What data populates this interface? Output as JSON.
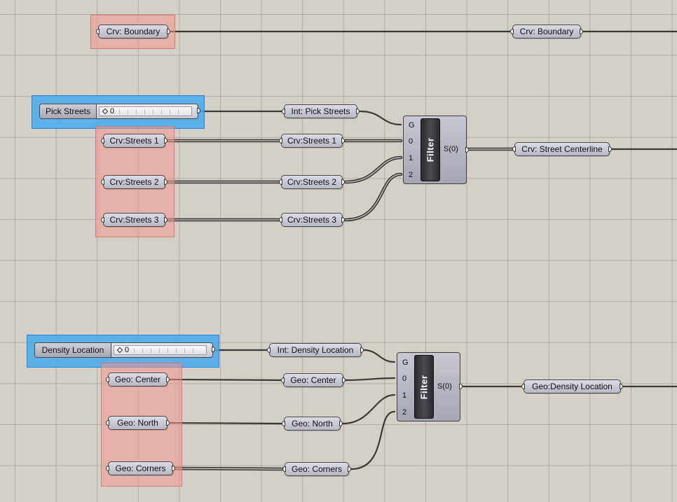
{
  "canvas": {
    "background": "#d4d0c8",
    "group_red": "#f0968c",
    "group_blue": "#46aaf0"
  },
  "boundary": {
    "source_label": "Crv: Boundary",
    "relay_label": "Crv: Boundary"
  },
  "streets_block": {
    "slider": {
      "label": "Pick Streets",
      "value": "0"
    },
    "index_param": "Int: Pick Streets",
    "inputs": [
      "Crv:Streets 1",
      "Crv:Streets 2",
      "Crv:Streets 3"
    ],
    "relays": [
      "Crv:Streets 1",
      "Crv:Streets 2",
      "Crv:Streets 3"
    ],
    "filter": {
      "name": "Filter",
      "input_ports": [
        "G",
        "0",
        "1",
        "2"
      ],
      "output_port": "S(0)"
    },
    "output_param": "Crv: Street Centerline"
  },
  "density_block": {
    "slider": {
      "label": "Density Location",
      "value": "0"
    },
    "index_param": "Int: Density Location",
    "inputs": [
      "Geo: Center",
      "Geo: North",
      "Geo: Corners"
    ],
    "relays": [
      "Geo: Center",
      "Geo: North",
      "Geo: Corners"
    ],
    "filter": {
      "name": "Filter",
      "input_ports": [
        "G",
        "0",
        "1",
        "2"
      ],
      "output_port": "S(0)"
    },
    "output_param": "Geo:Density Location"
  }
}
